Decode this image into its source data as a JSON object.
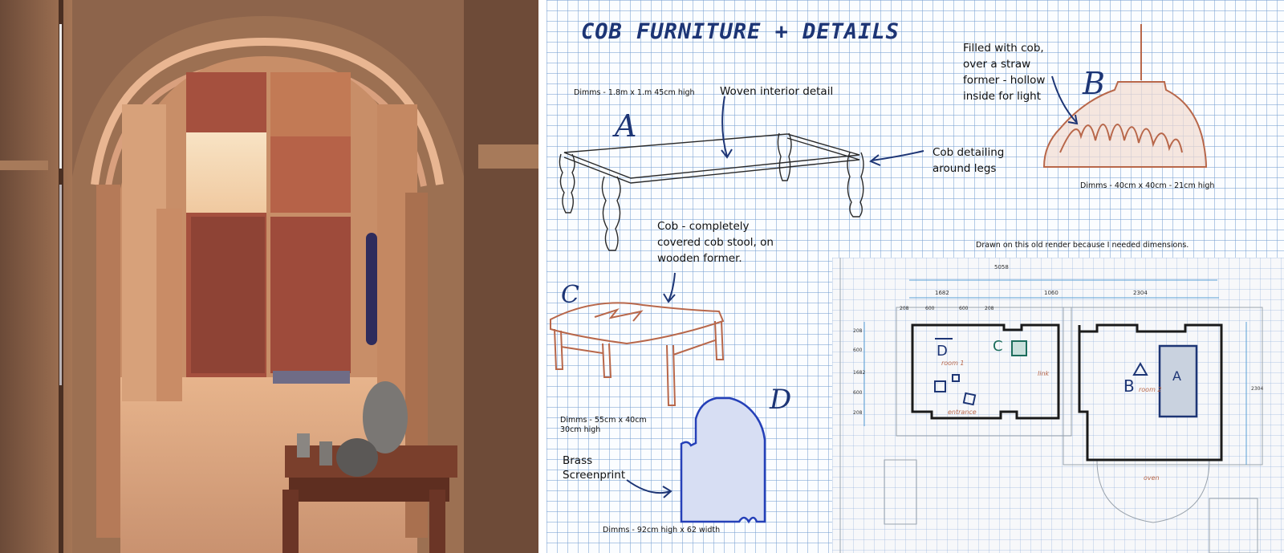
{
  "sheet": {
    "title": "COB FURNITURE + DETAILS",
    "items": [
      {
        "letter": "A",
        "dims": "Dimms - 1.8m x 1.m 45cm high",
        "note_top": "Woven interior detail",
        "note_side": [
          "Cob detailing",
          "around legs"
        ]
      },
      {
        "letter": "B",
        "note": [
          "Filled with cob,",
          "over a straw",
          "former - hollow",
          "inside for light"
        ],
        "dims": "Dimms - 40cm x 40cm - 21cm high"
      },
      {
        "letter": "C",
        "note": [
          "Cob - completely",
          "covered cob stool, on",
          "wooden former."
        ],
        "dims": [
          "Dimms - 55cm x 40cm",
          "30cm high"
        ]
      },
      {
        "letter": "D",
        "note": [
          "Brass",
          "Screenprint"
        ],
        "dims": "Dimms - 92cm high x 62 width"
      }
    ],
    "plan": {
      "caption": "Drawn on this old render because I needed dimensions.",
      "dimensions": [
        "5058",
        "1682",
        "1060",
        "2304",
        "208",
        "600",
        "600",
        "208",
        "1682",
        "2304",
        "600",
        "600",
        "208",
        "208"
      ],
      "rooms": [
        "room 1",
        "room 2",
        "link",
        "entrance",
        "oven"
      ],
      "markers": [
        "A",
        "B",
        "C",
        "D"
      ]
    }
  },
  "colors": {
    "ink_blue": "#1d3575",
    "terracotta": "#b8674a",
    "grid": "#78a0d2"
  }
}
